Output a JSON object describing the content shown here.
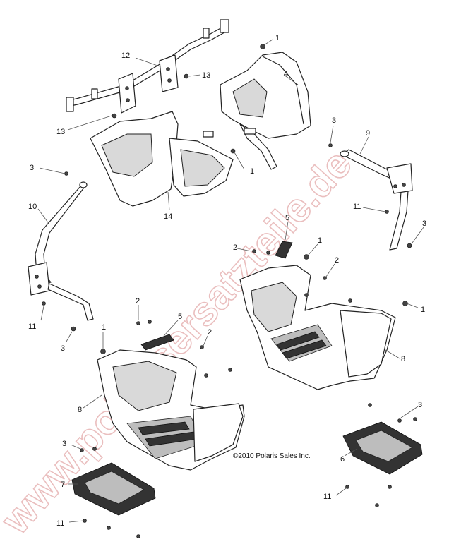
{
  "diagram": {
    "watermark": "www.polarisersatzteile.de",
    "copyright": "©2010 Polaris Sales Inc.",
    "callouts": {
      "c1a": "1",
      "c1b": "1",
      "c1c": "1",
      "c1d": "1",
      "c1e": "1",
      "c2a": "2",
      "c2b": "2",
      "c2c": "2",
      "c2d": "2",
      "c3a": "3",
      "c3b": "3",
      "c3c": "3",
      "c3d": "3",
      "c3e": "3",
      "c3f": "3",
      "c4": "4",
      "c5a": "5",
      "c5b": "5",
      "c6": "6",
      "c7": "7",
      "c8a": "8",
      "c8b": "8",
      "c9": "9",
      "c10": "10",
      "c11a": "11",
      "c11b": "11",
      "c11c": "11",
      "c11d": "11",
      "c12": "12",
      "c13a": "13",
      "c13b": "13",
      "c14": "14"
    }
  }
}
